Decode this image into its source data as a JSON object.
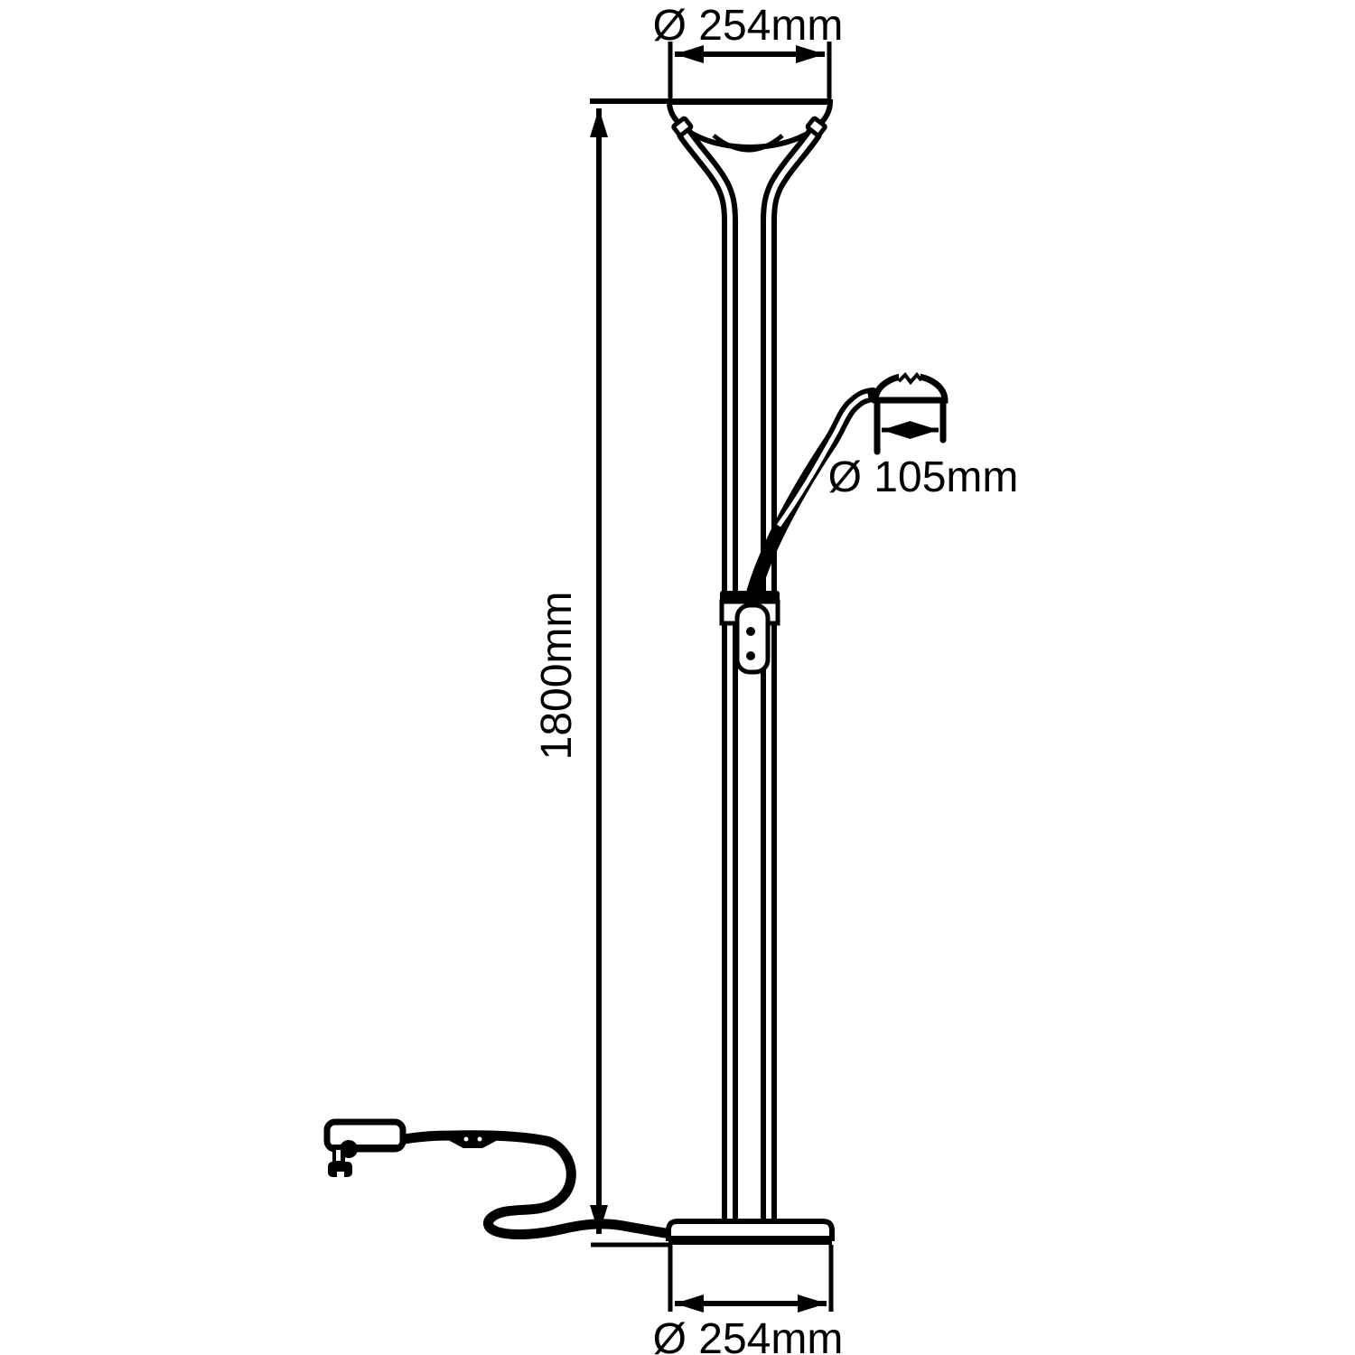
{
  "drawing": {
    "type": "technical-dimension-drawing",
    "subject": "floor lamp with reading arm",
    "colors": {
      "line": "#000000",
      "background": "#ffffff"
    },
    "dimensions": {
      "shade_diameter": {
        "label": "Ø 254mm",
        "value": 254,
        "unit": "mm"
      },
      "lamp_height": {
        "label": "1800mm",
        "value": 1800,
        "unit": "mm"
      },
      "reading_head_diameter": {
        "label": "Ø 105mm",
        "value": 105,
        "unit": "mm"
      },
      "base_diameter": {
        "label": "Ø 254mm",
        "value": 254,
        "unit": "mm"
      }
    }
  }
}
